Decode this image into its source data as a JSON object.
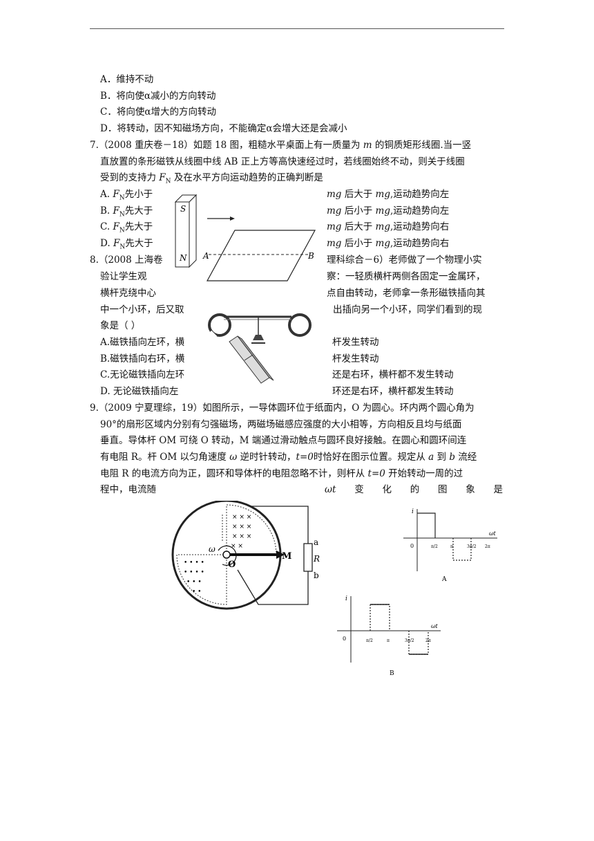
{
  "q6": {
    "opt_a": "A．维持不动",
    "opt_b": "B．将向使α减小的方向转动",
    "opt_c": "C．将向使α增大的方向转动",
    "opt_d": "D．将转动，因不知磁场方向，不能确定α会增大还是会减小"
  },
  "q7": {
    "num": "7.",
    "line1": "（2008 重庆卷－18）如题 18 图，粗糙水平桌面上有一质量为",
    "m": "m",
    "line1b": "的铜质矩形线圈.当一竖",
    "line2": "直放置的条形磁铁从线圈中线 AB 正上方等高快速经过时，若线圈始终不动，则关于线圈",
    "line3a": "受到的支持力",
    "F": "F",
    "N": "N",
    "line3b": "及在水平方向运动趋势的正确判断是",
    "opts": [
      {
        "label": "A.",
        "left": "先小于",
        "right": "后大于",
        "tail": ",运动趋势向左"
      },
      {
        "label": "B.",
        "left": "先大于",
        "right": "后小于",
        "tail": ",运动趋势向左"
      },
      {
        "label": "C.",
        "left": "先大于",
        "right": "后大于",
        "tail": ",运动趋势向右"
      },
      {
        "label": "D.",
        "left": "先大于",
        "right": "后小于",
        "tail": ",运动趋势向右"
      }
    ],
    "mg": "mg",
    "fig": {
      "s": "S",
      "n": "N",
      "a": "A",
      "b": "B"
    }
  },
  "q8": {
    "l1a": "8.（2008 上海卷",
    "l1b": "理科综合－6）老师做了一个物理小实",
    "l2a": "验让学生观",
    "l2b": "察：一轻质横杆两侧各固定一金属环，",
    "l3a": "横杆克绕中心",
    "l3b": "点自由转动，老师拿一条形磁铁插向其",
    "l4a": "中一个小环，后又取",
    "l4b": "出插向另一个小环，同学们看到的现",
    "l5": "象是（        ）",
    "oa1": "A.磁铁插向左环，横",
    "oa2": "杆发生转动",
    "ob1": "B.磁铁插向右环，横",
    "ob2": "杆发生转动",
    "oc1": "C.无论磁铁插向左环",
    "oc2": "还是右环，横杆都不发生转动",
    "od1": "D. 无论磁铁插向左",
    "od2": "环还是右环，横杆都发生转动"
  },
  "q9": {
    "l1": "9.（2009 宁夏理综，19）如图所示，一导体圆环位于纸面内，O 为圆心。环内两个圆心角为",
    "l2": "90°的扇形区域内分别有匀强磁场，两磁场磁感应强度的大小相等，方向相反且均与纸面",
    "l3": "垂直。导体杆 OM 可绕 O 转动，M 端通过滑动触点与圆环良好接触。在圆心和圆环间连",
    "l4a": "有电阻 R。杆 OM 以匀角速度",
    "omega": "ω",
    "l4b": "逆时针转动，",
    "t0": "t=0",
    "l4c": "时恰好在图示位置。规定从",
    "a": "a",
    "to": "到",
    "b": "b",
    "l4d": "流经",
    "l5a": "电阻 R 的电流方向为正，圆环和导体杆的电阻忽略不计，则杆从",
    "l5b": "开始转动一周的过",
    "l6a": "程中，电流随",
    "wt": "ωt",
    "spread": [
      "变",
      "化",
      "的",
      "图",
      "象",
      "是"
    ],
    "fig": {
      "omega": "ω",
      "O": "O",
      "M": "M",
      "a": "a",
      "R": "R",
      "b": "b"
    },
    "graphs": {
      "i": "i",
      "wt": "ωt",
      "zero": "0",
      "pi2": "π/2",
      "pi": "π",
      "pi3_2": "3π/2",
      "pi2x": "2π",
      "A": "A",
      "B": "B"
    }
  }
}
